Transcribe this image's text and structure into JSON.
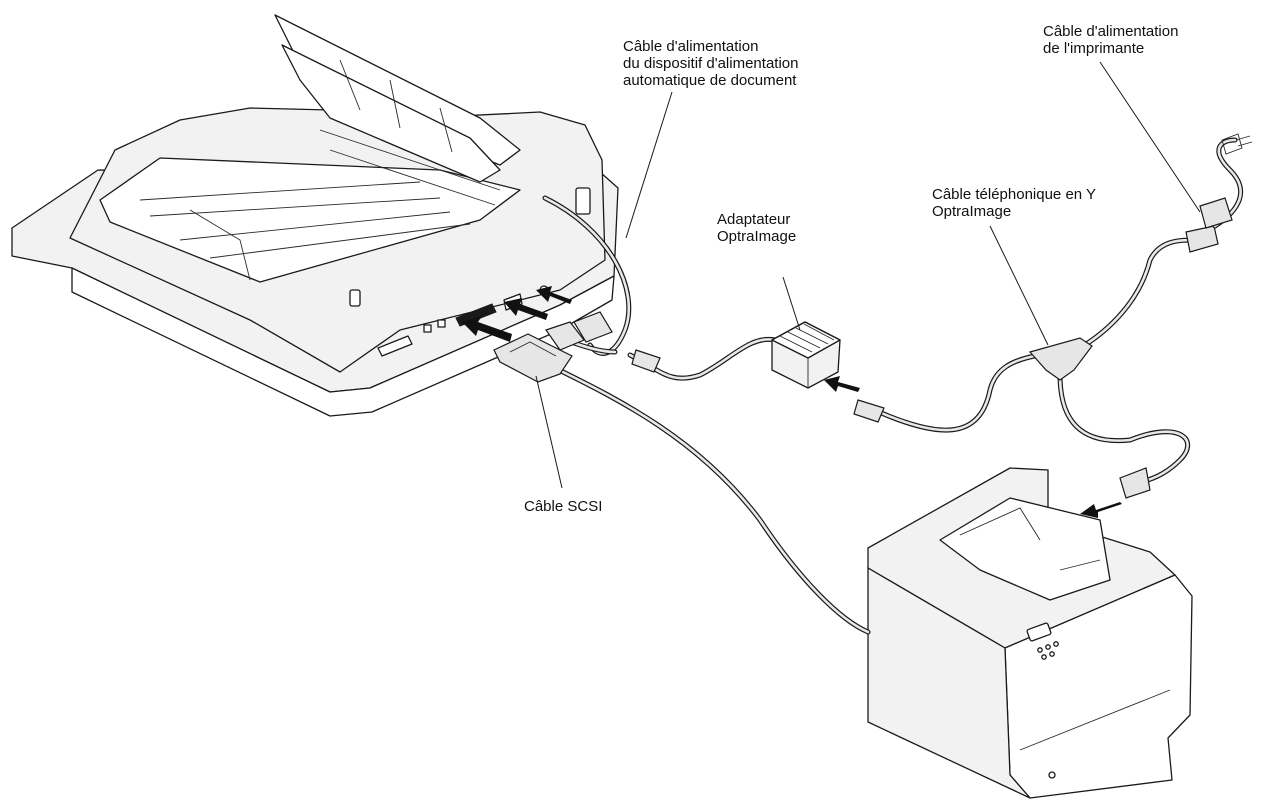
{
  "labels": {
    "adf_power_cable": [
      "Câble d'alimentation",
      "du dispositif d'alimentation",
      "automatique de document"
    ],
    "printer_power_cable": [
      "Câble d'alimentation",
      "de l'imprimante"
    ],
    "y_phone_cable": [
      "Câble téléphonique en Y",
      "OptraImage"
    ],
    "adapter": [
      "Adaptateur",
      "OptraImage"
    ],
    "scsi_cable": [
      "Câble SCSI"
    ]
  }
}
